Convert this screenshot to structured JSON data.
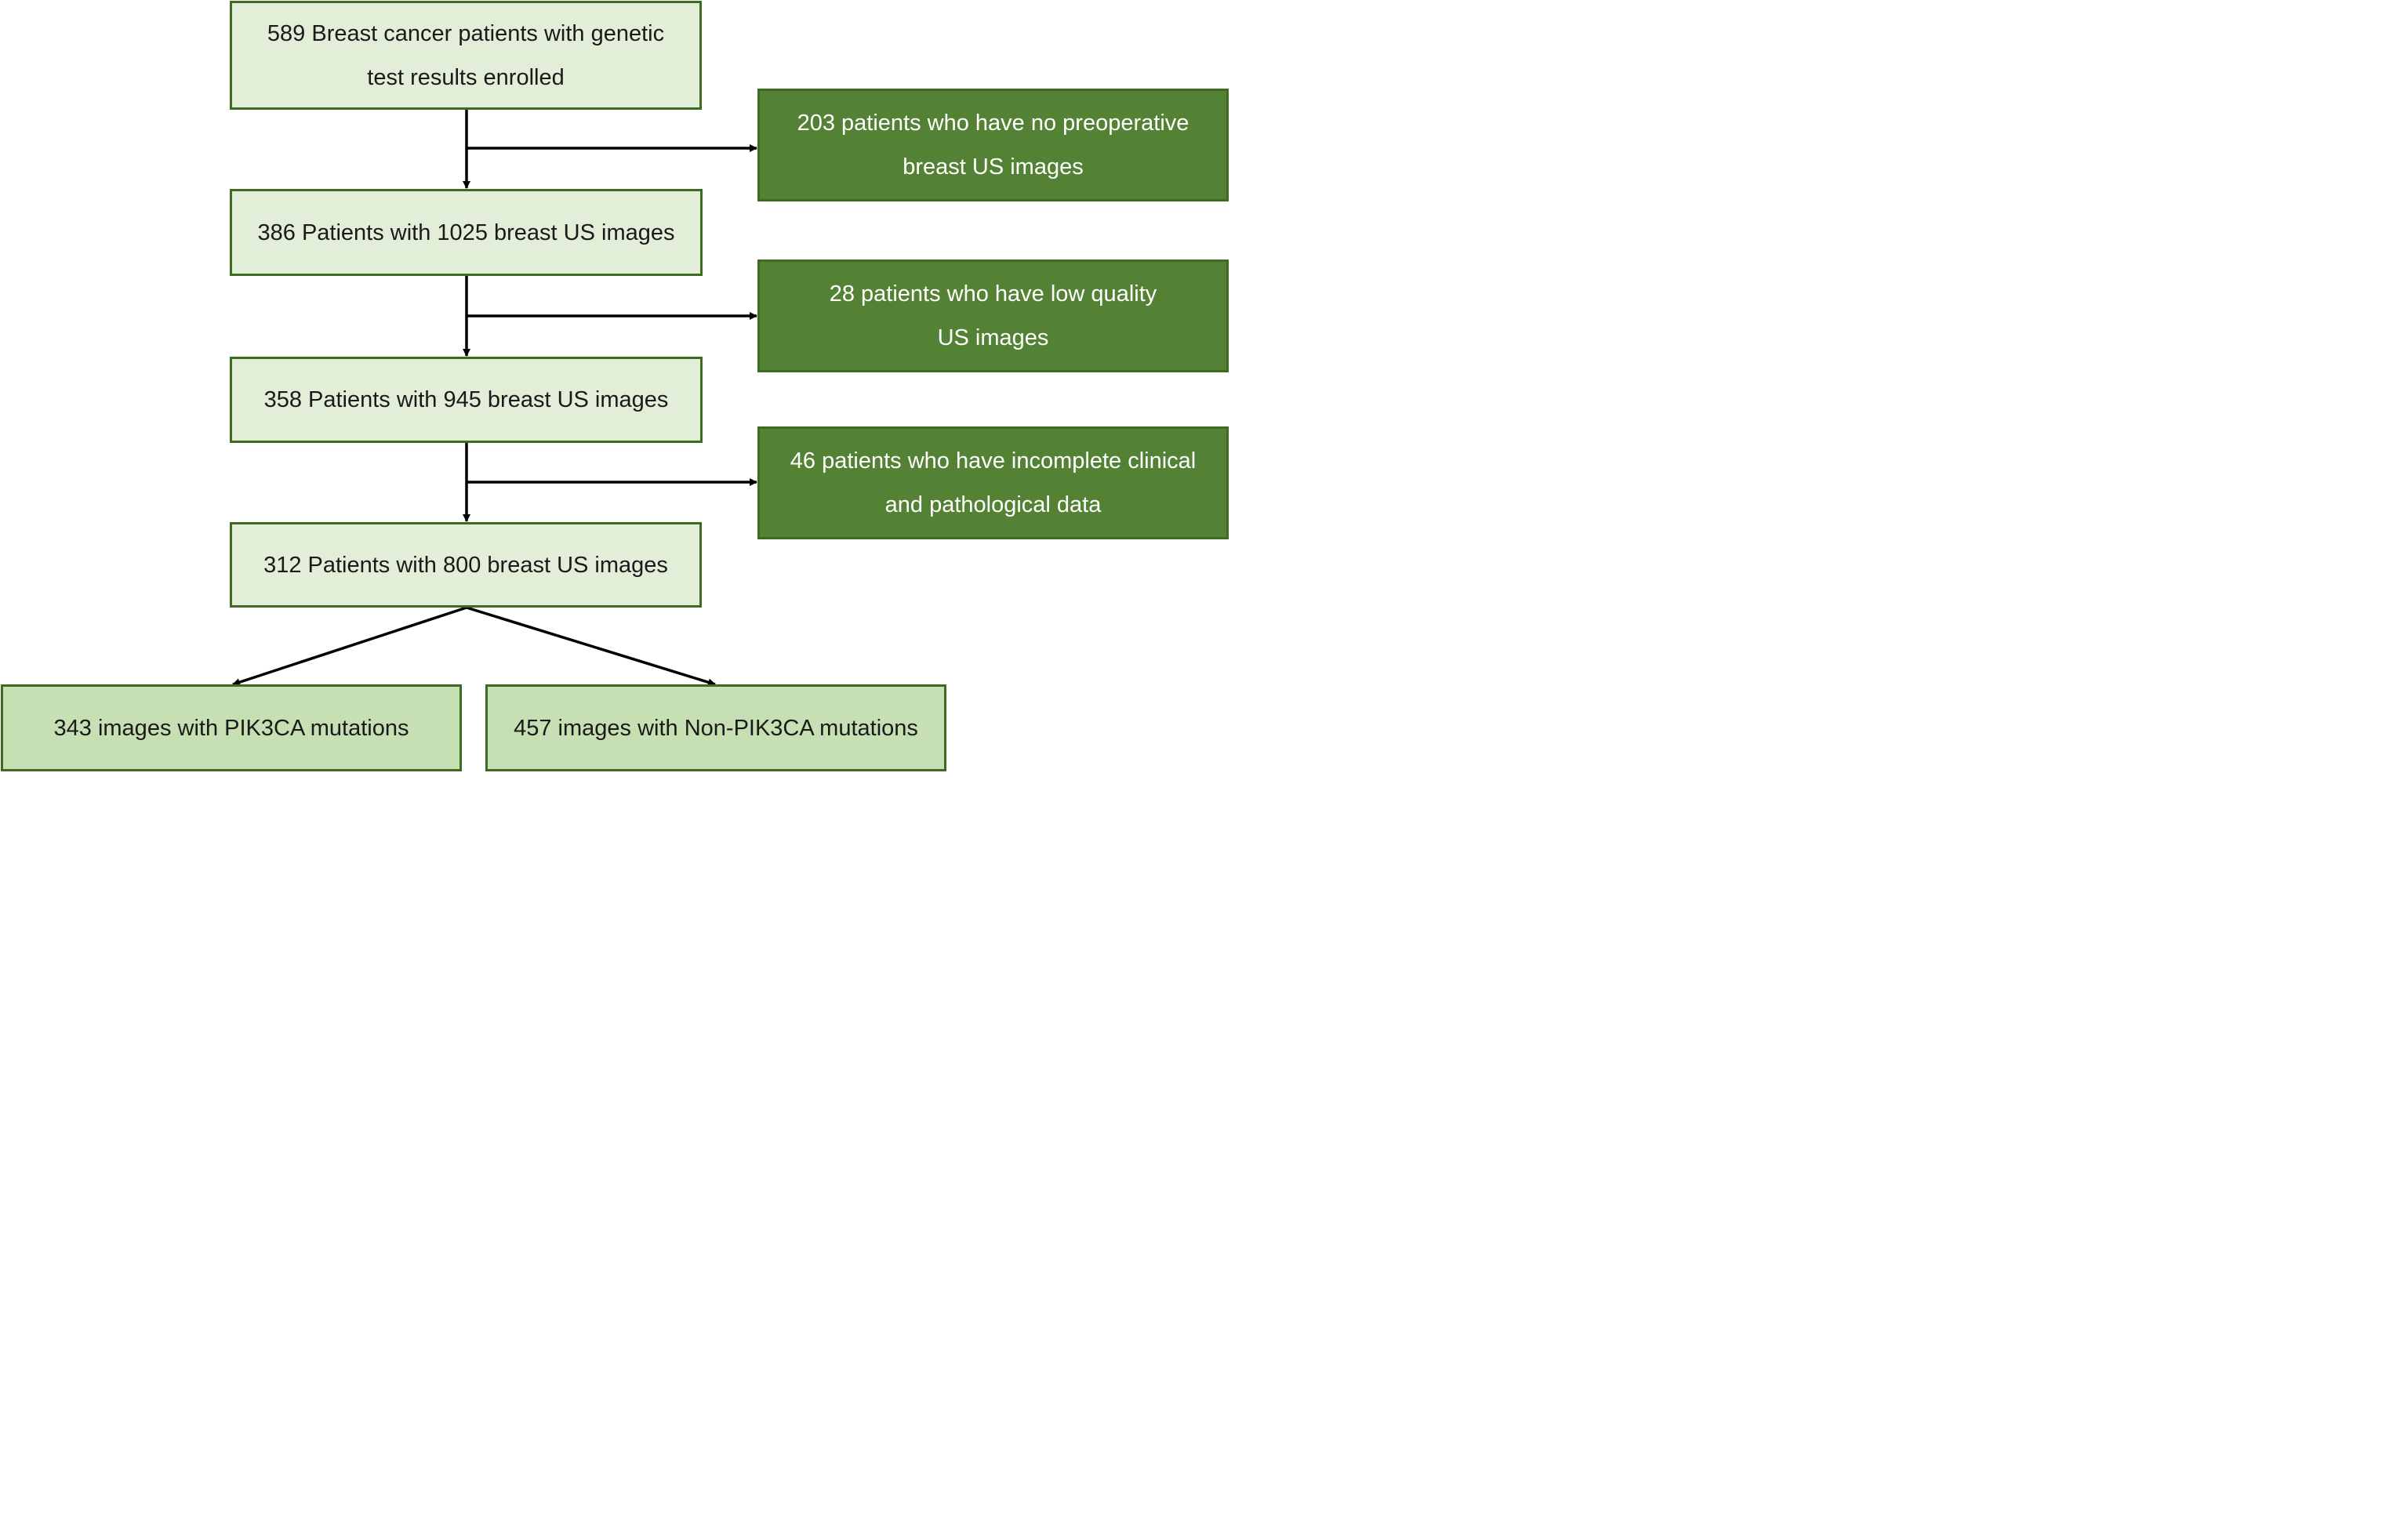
{
  "flowchart": {
    "steps": [
      {
        "lines": [
          "589 Breast cancer patients with genetic",
          "test results enrolled"
        ]
      },
      {
        "lines": [
          "386 Patients with 1025 breast US images"
        ]
      },
      {
        "lines": [
          "358 Patients with 945 breast US images"
        ]
      },
      {
        "lines": [
          "312 Patients with 800 breast US images"
        ]
      }
    ],
    "exclusions": [
      {
        "lines": [
          "203 patients who have no preoperative",
          "breast US images"
        ]
      },
      {
        "lines": [
          "28 patients who have low quality",
          "US images"
        ]
      },
      {
        "lines": [
          "46 patients who have incomplete clinical",
          "and pathological data"
        ]
      }
    ],
    "outcomes": [
      {
        "text": "343 images with PIK3CA mutations"
      },
      {
        "text": "457 images with Non-PIK3CA mutations"
      }
    ]
  },
  "colors": {
    "step_fill": "#e2eed8",
    "outcome_fill": "#c6e0b4",
    "exclusion_fill": "#548235",
    "border": "#3d6b22",
    "arrow": "#000000"
  }
}
